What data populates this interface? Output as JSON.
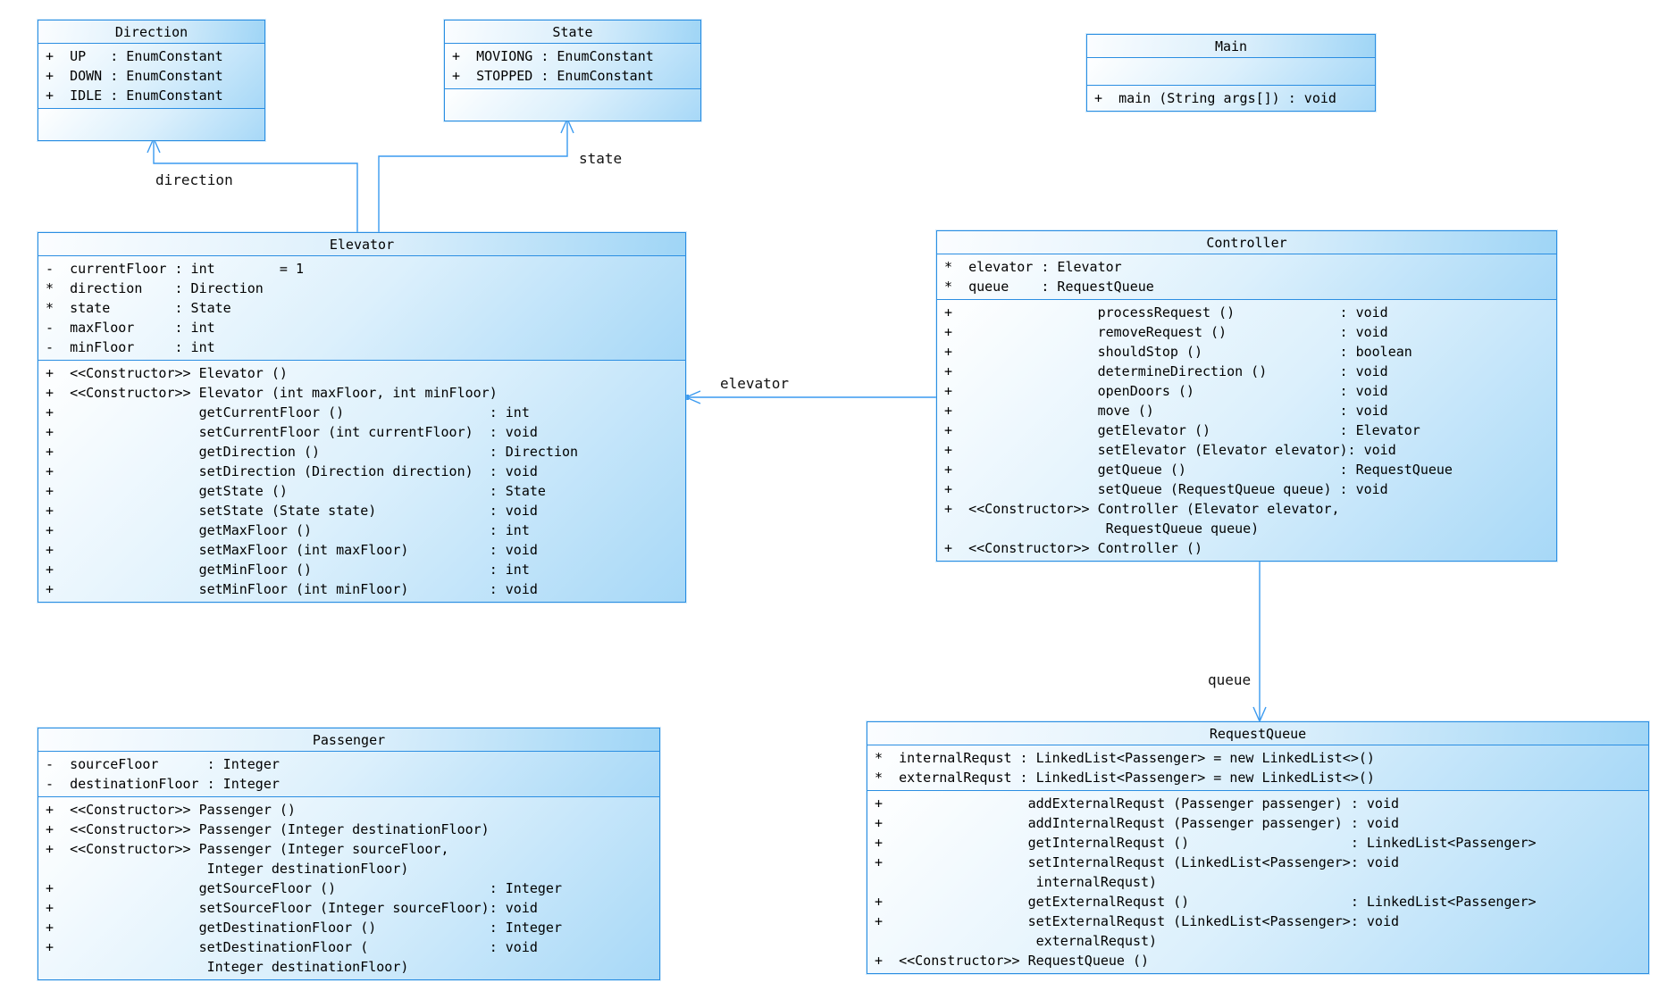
{
  "diagram": {
    "colors": {
      "box_border": "#2b8ee2",
      "wire_blue": "#3a9af0",
      "fill_top": "#ffffff",
      "fill_bottom": "#a7d8f7",
      "text": "#000000"
    },
    "classes": {
      "direction": {
        "name": "Direction",
        "attributes": [
          "+  UP   : EnumConstant",
          "+  DOWN : EnumConstant",
          "+  IDLE : EnumConstant"
        ],
        "methods": []
      },
      "state": {
        "name": "State",
        "attributes": [
          "+  MOVIONG : EnumConstant",
          "+  STOPPED : EnumConstant"
        ],
        "methods": []
      },
      "main": {
        "name": "Main",
        "attributes": [],
        "methods": [
          "+  main (String args[]) : void"
        ]
      },
      "elevator": {
        "name": "Elevator",
        "attributes": [
          "-  currentFloor : int        = 1",
          "*  direction    : Direction",
          "*  state        : State",
          "-  maxFloor     : int",
          "-  minFloor     : int"
        ],
        "methods": [
          "+  <<Constructor>> Elevator ()",
          "+  <<Constructor>> Elevator (int maxFloor, int minFloor)",
          "+                  getCurrentFloor ()                  : int",
          "+                  setCurrentFloor (int currentFloor)  : void",
          "+                  getDirection ()                     : Direction",
          "+                  setDirection (Direction direction)  : void",
          "+                  getState ()                         : State",
          "+                  setState (State state)              : void",
          "+                  getMaxFloor ()                      : int",
          "+                  setMaxFloor (int maxFloor)          : void",
          "+                  getMinFloor ()                      : int",
          "+                  setMinFloor (int minFloor)          : void"
        ]
      },
      "controller": {
        "name": "Controller",
        "attributes": [
          "*  elevator : Elevator",
          "*  queue    : RequestQueue"
        ],
        "methods": [
          "+                  processRequest ()             : void",
          "+                  removeRequest ()              : void",
          "+                  shouldStop ()                 : boolean",
          "+                  determineDirection ()         : void",
          "+                  openDoors ()                  : void",
          "+                  move ()                       : void",
          "+                  getElevator ()                : Elevator",
          "+                  setElevator (Elevator elevator): void",
          "+                  getQueue ()                   : RequestQueue",
          "+                  setQueue (RequestQueue queue) : void",
          "+  <<Constructor>> Controller (Elevator elevator,",
          "                    RequestQueue queue)",
          "+  <<Constructor>> Controller ()"
        ]
      },
      "passenger": {
        "name": "Passenger",
        "attributes": [
          "-  sourceFloor      : Integer",
          "-  destinationFloor : Integer"
        ],
        "methods": [
          "+  <<Constructor>> Passenger ()",
          "+  <<Constructor>> Passenger (Integer destinationFloor)",
          "+  <<Constructor>> Passenger (Integer sourceFloor,",
          "                    Integer destinationFloor)",
          "+                  getSourceFloor ()                   : Integer",
          "+                  setSourceFloor (Integer sourceFloor): void",
          "+                  getDestinationFloor ()              : Integer",
          "+                  setDestinationFloor (               : void",
          "                    Integer destinationFloor)"
        ]
      },
      "requestqueue": {
        "name": "RequestQueue",
        "attributes": [
          "*  internalRequst : LinkedList<Passenger> = new LinkedList<>()",
          "*  externalRequst : LinkedList<Passenger> = new LinkedList<>()"
        ],
        "methods": [
          "+                  addExternalRequst (Passenger passenger) : void",
          "+                  addInternalRequst (Passenger passenger) : void",
          "+                  getInternalRequst ()                    : LinkedList<Passenger>",
          "+                  setInternalRequst (LinkedList<Passenger>: void",
          "                    internalRequst)",
          "+                  getExternalRequst ()                    : LinkedList<Passenger>",
          "+                  setExternalRequst (LinkedList<Passenger>: void",
          "                    externalRequst)",
          "+  <<Constructor>> RequestQueue ()"
        ]
      }
    },
    "connectors": {
      "direction": {
        "label": "direction"
      },
      "state": {
        "label": "state"
      },
      "elevator": {
        "label": "elevator"
      },
      "queue": {
        "label": "queue"
      }
    }
  }
}
